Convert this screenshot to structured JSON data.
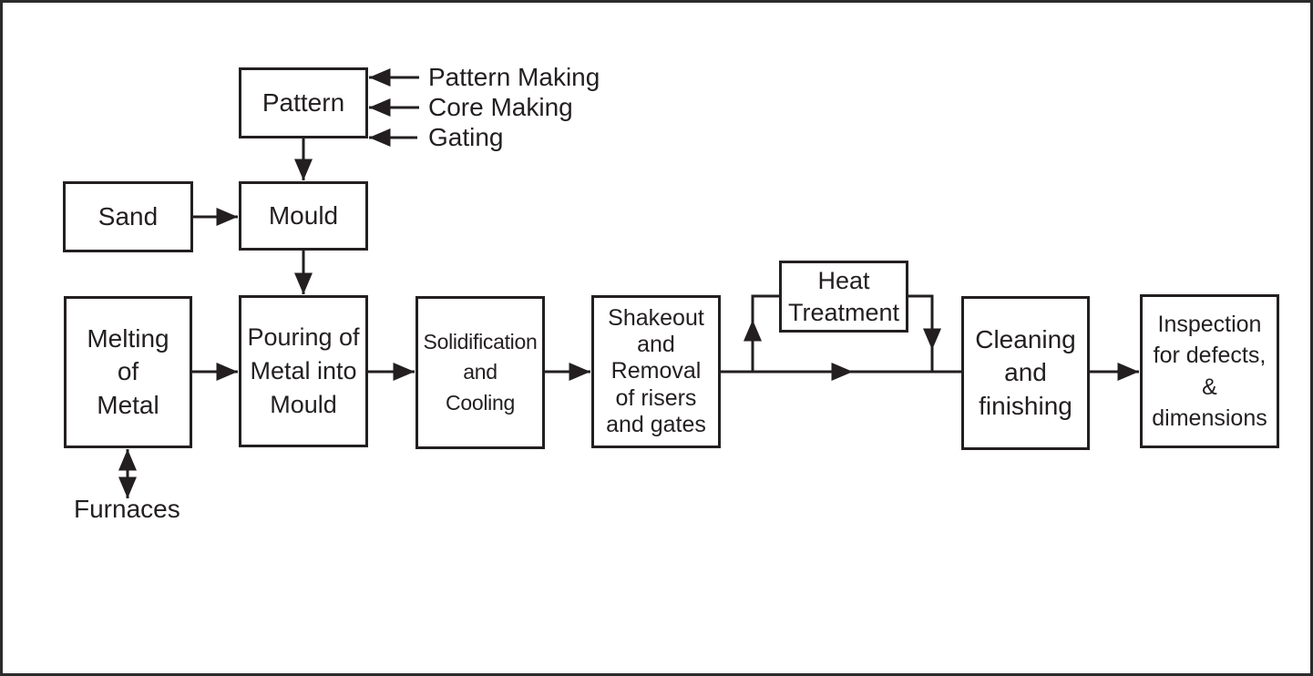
{
  "canvas": {
    "background": "#ffffff",
    "ink_color": "#231f20",
    "description": "Flowchart of the metal casting process"
  },
  "nodes": {
    "pattern": "Pattern",
    "sand": "Sand",
    "mould": "Mould",
    "melting": "Melting\nof\nMetal",
    "pouring": "Pouring of\nMetal into\nMould",
    "solidification": "Solidification\nand\nCooling",
    "shakeout": "Shakeout\nand\nRemoval\nof risers\nand gates",
    "heat_treatment": "Heat\nTreatment",
    "cleaning": "Cleaning\nand\nfinishing",
    "inspection": "Inspection\nfor defects,\n&\ndimensions"
  },
  "annotations": {
    "pattern_making": "Pattern Making",
    "core_making": "Core Making",
    "gating": "Gating",
    "furnaces": "Furnaces"
  }
}
